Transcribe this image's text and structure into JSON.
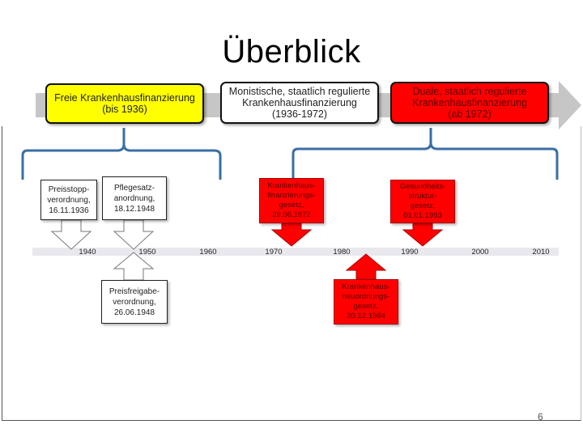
{
  "slide": {
    "title": "Überblick",
    "page_number": "6"
  },
  "phases": [
    {
      "id": "free",
      "label": "Freie Krankenhausfinanzierung\n(bis 1936)",
      "color": "#ffff00"
    },
    {
      "id": "monistic",
      "label": "Monistische, staatlich regulierte\nKrankenhausfinanzierung\n(1936-1972)",
      "color": "#ffffff"
    },
    {
      "id": "dual",
      "label": "Duale, staatlich regulierte\nKrankenhausfinanzierung\n(ab 1972)",
      "color": "#ff0000"
    }
  ],
  "timeline": {
    "ticks": [
      "1940",
      "1950",
      "1960",
      "1970",
      "1980",
      "1990",
      "2000",
      "2010"
    ]
  },
  "events": [
    {
      "id": "preisstopp",
      "label": "Preisstopp-\nverordnung,\n16.11.1936",
      "style": "white"
    },
    {
      "id": "pflegesatz",
      "label": "Pflegesatz-\nanordnung,\n18.12.1948",
      "style": "white"
    },
    {
      "id": "preisfreigabe",
      "label": "Preisfreigabe-\nverordnung,\n26.06.1948",
      "style": "white"
    },
    {
      "id": "khg",
      "label": "Krankenhaus-\nfinanzierungs-\ngesetz,\n29.06.1972",
      "style": "red"
    },
    {
      "id": "gsg",
      "label": "Gesundheits-\nstruktur-\ngesetz,\n01.01.1993",
      "style": "red"
    },
    {
      "id": "khng",
      "label": "Krankenhaus-\nneuordnungs-\ngesetz,\n20.12.1984",
      "style": "red"
    }
  ],
  "colors": {
    "brace": "#3a6ea5",
    "arrow_gray": "#bfbfbf",
    "red": "#ff0000"
  }
}
